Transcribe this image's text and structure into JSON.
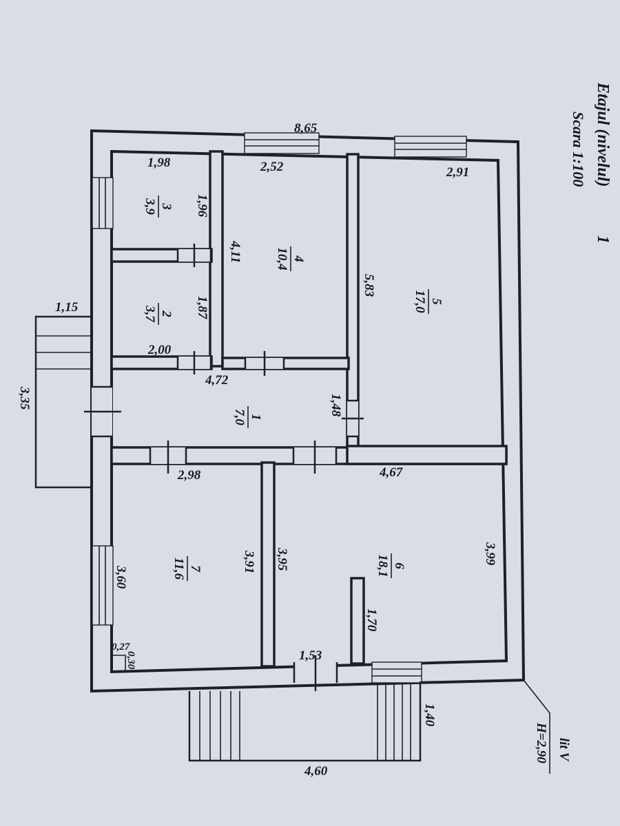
{
  "header": {
    "title": "Etajul (nivelul)",
    "level": "1",
    "scale": "Scara 1:100"
  },
  "lit": {
    "label": "lit V",
    "height": "H=2,90"
  },
  "rooms": [
    {
      "number": "1",
      "area": "7,0"
    },
    {
      "number": "2",
      "area": "3,7"
    },
    {
      "number": "3",
      "area": "3,9"
    },
    {
      "number": "4",
      "area": "10,4"
    },
    {
      "number": "5",
      "area": "17,0"
    },
    {
      "number": "6",
      "area": "18,1"
    },
    {
      "number": "7",
      "area": "11,6"
    }
  ],
  "dimensions": {
    "total_width": "8,65",
    "r3_width": "1,98",
    "r3_depth": "1,96",
    "r4_width": "2,52",
    "r4_depth": "4,11",
    "r5_width": "2,91",
    "r5_depth": "5,83",
    "r2_depth": "1,87",
    "r2_width": "2,00",
    "r1_length": "4,72",
    "r1_width": "1,48",
    "r7_width": "2,98",
    "r7_depth_left": "3,60",
    "r7_depth_right": "3,91",
    "r6_depth_left": "3,95",
    "r6_width": "4,67",
    "r6_depth_right": "3,99",
    "partition": "1,70",
    "door": "1,53",
    "niche_a": "0,27",
    "niche_b": "0,30",
    "porch_left_width": "1,15",
    "porch_left_length": "3,35",
    "porch_bottom_depth": "1,40",
    "porch_bottom_length": "4,60"
  }
}
